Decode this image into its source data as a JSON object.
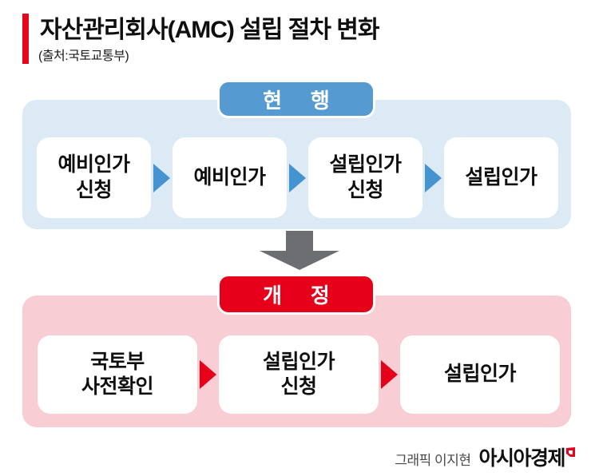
{
  "title": {
    "text": "자산관리회사(AMC) 설립 절차 변화",
    "source": "(출처:국토교통부)",
    "accent_color": "#e5081c"
  },
  "sections": [
    {
      "id": "current",
      "label": "현 행",
      "header_color": "#569ad2",
      "panel_color": "#dceaf6",
      "arrow_color": "#4593cf",
      "steps": [
        {
          "lines": [
            "예비인가",
            "신청"
          ]
        },
        {
          "lines": [
            "예비인가"
          ]
        },
        {
          "lines": [
            "설립인가",
            "신청"
          ]
        },
        {
          "lines": [
            "설립인가"
          ]
        }
      ]
    },
    {
      "id": "revised",
      "label": "개 정",
      "header_color": "#e60019",
      "panel_color": "#f8ced4",
      "arrow_color": "#e60019",
      "steps": [
        {
          "lines": [
            "국토부",
            "사전확인"
          ]
        },
        {
          "lines": [
            "설립인가",
            "신청"
          ]
        },
        {
          "lines": [
            "설립인가"
          ]
        }
      ]
    }
  ],
  "transition_arrow": {
    "direction": "down",
    "color": "#6d6e71"
  },
  "credit": {
    "text": "그래픽 이지현",
    "brand": "아시아경제",
    "brand_mark_color": "#e5001e"
  }
}
